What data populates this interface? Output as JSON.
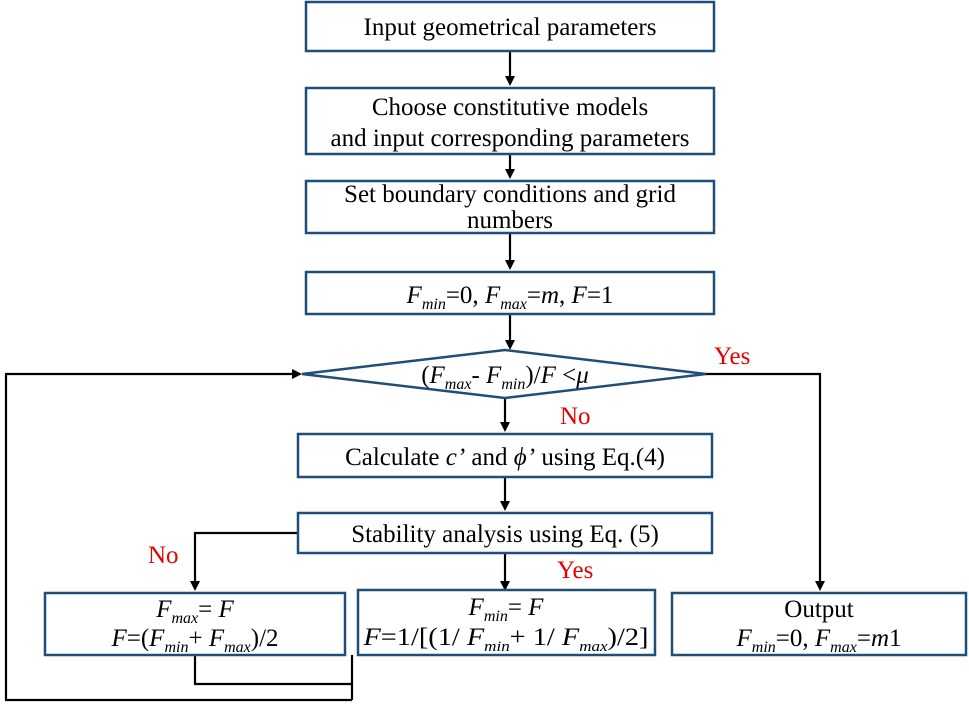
{
  "nodes": {
    "input_geom": {
      "line1": "Input geometrical parameters"
    },
    "choose_models": {
      "line1": "Choose constitutive models",
      "line2": "and input corresponding parameters"
    },
    "boundary": {
      "line1": "Set boundary conditions and grid",
      "line2": "numbers"
    },
    "init": {
      "f1": "F",
      "s1": "min",
      "t1": "=0, ",
      "f2": "F",
      "s2": "max",
      "t2": "=",
      "m": "m",
      "t3": ", ",
      "f3": "F",
      "t4": "=1"
    },
    "decision": {
      "t0": "(",
      "f1": "F",
      "s1": "max",
      "t1": "- ",
      "f2": "F",
      "s2": "min",
      "t2": ")/",
      "f3": "F",
      "t3": " <",
      "mu": "μ"
    },
    "calculate": {
      "t0": "Calculate ",
      "c": "c",
      "p1": "’",
      "t1": " and ",
      "phi": "ϕ",
      "p2": "’",
      "t2": " using Eq.(4)"
    },
    "stability": {
      "line1": "Stability analysis using Eq. (5)"
    },
    "update_max": {
      "l1f": "F",
      "l1s": "max",
      "l1t": "= ",
      "l1f2": "F",
      "l2f": "F",
      "l2t": "=(",
      "l2f2": "F",
      "l2s2": "min",
      "l2t2": "+ ",
      "l2f3": "F",
      "l2s3": "max",
      "l2t3": ")/2"
    },
    "update_min": {
      "l1f": "F",
      "l1s": "min",
      "l1t": "= ",
      "l1f2": "F",
      "l2f": "F",
      "l2t": "=1/[(1/ ",
      "l2f2": "F",
      "l2s2": "min",
      "l2t2": "+ 1/ ",
      "l2f3": "F",
      "l2s3": "max",
      "l2t3": ")/2]"
    },
    "output": {
      "title": "Output",
      "f1": "F",
      "s1": "min",
      "t1": "=0, ",
      "f2": "F",
      "s2": "max",
      "t2": "=",
      "m": "m",
      "t3": "1"
    }
  },
  "edge_labels": {
    "decision_yes": "Yes",
    "decision_no": "No",
    "stability_no": "No",
    "stability_yes": "Yes"
  },
  "colors": {
    "box_border": "#1f4e79",
    "label_red": "#e60000",
    "line": "#000000"
  }
}
